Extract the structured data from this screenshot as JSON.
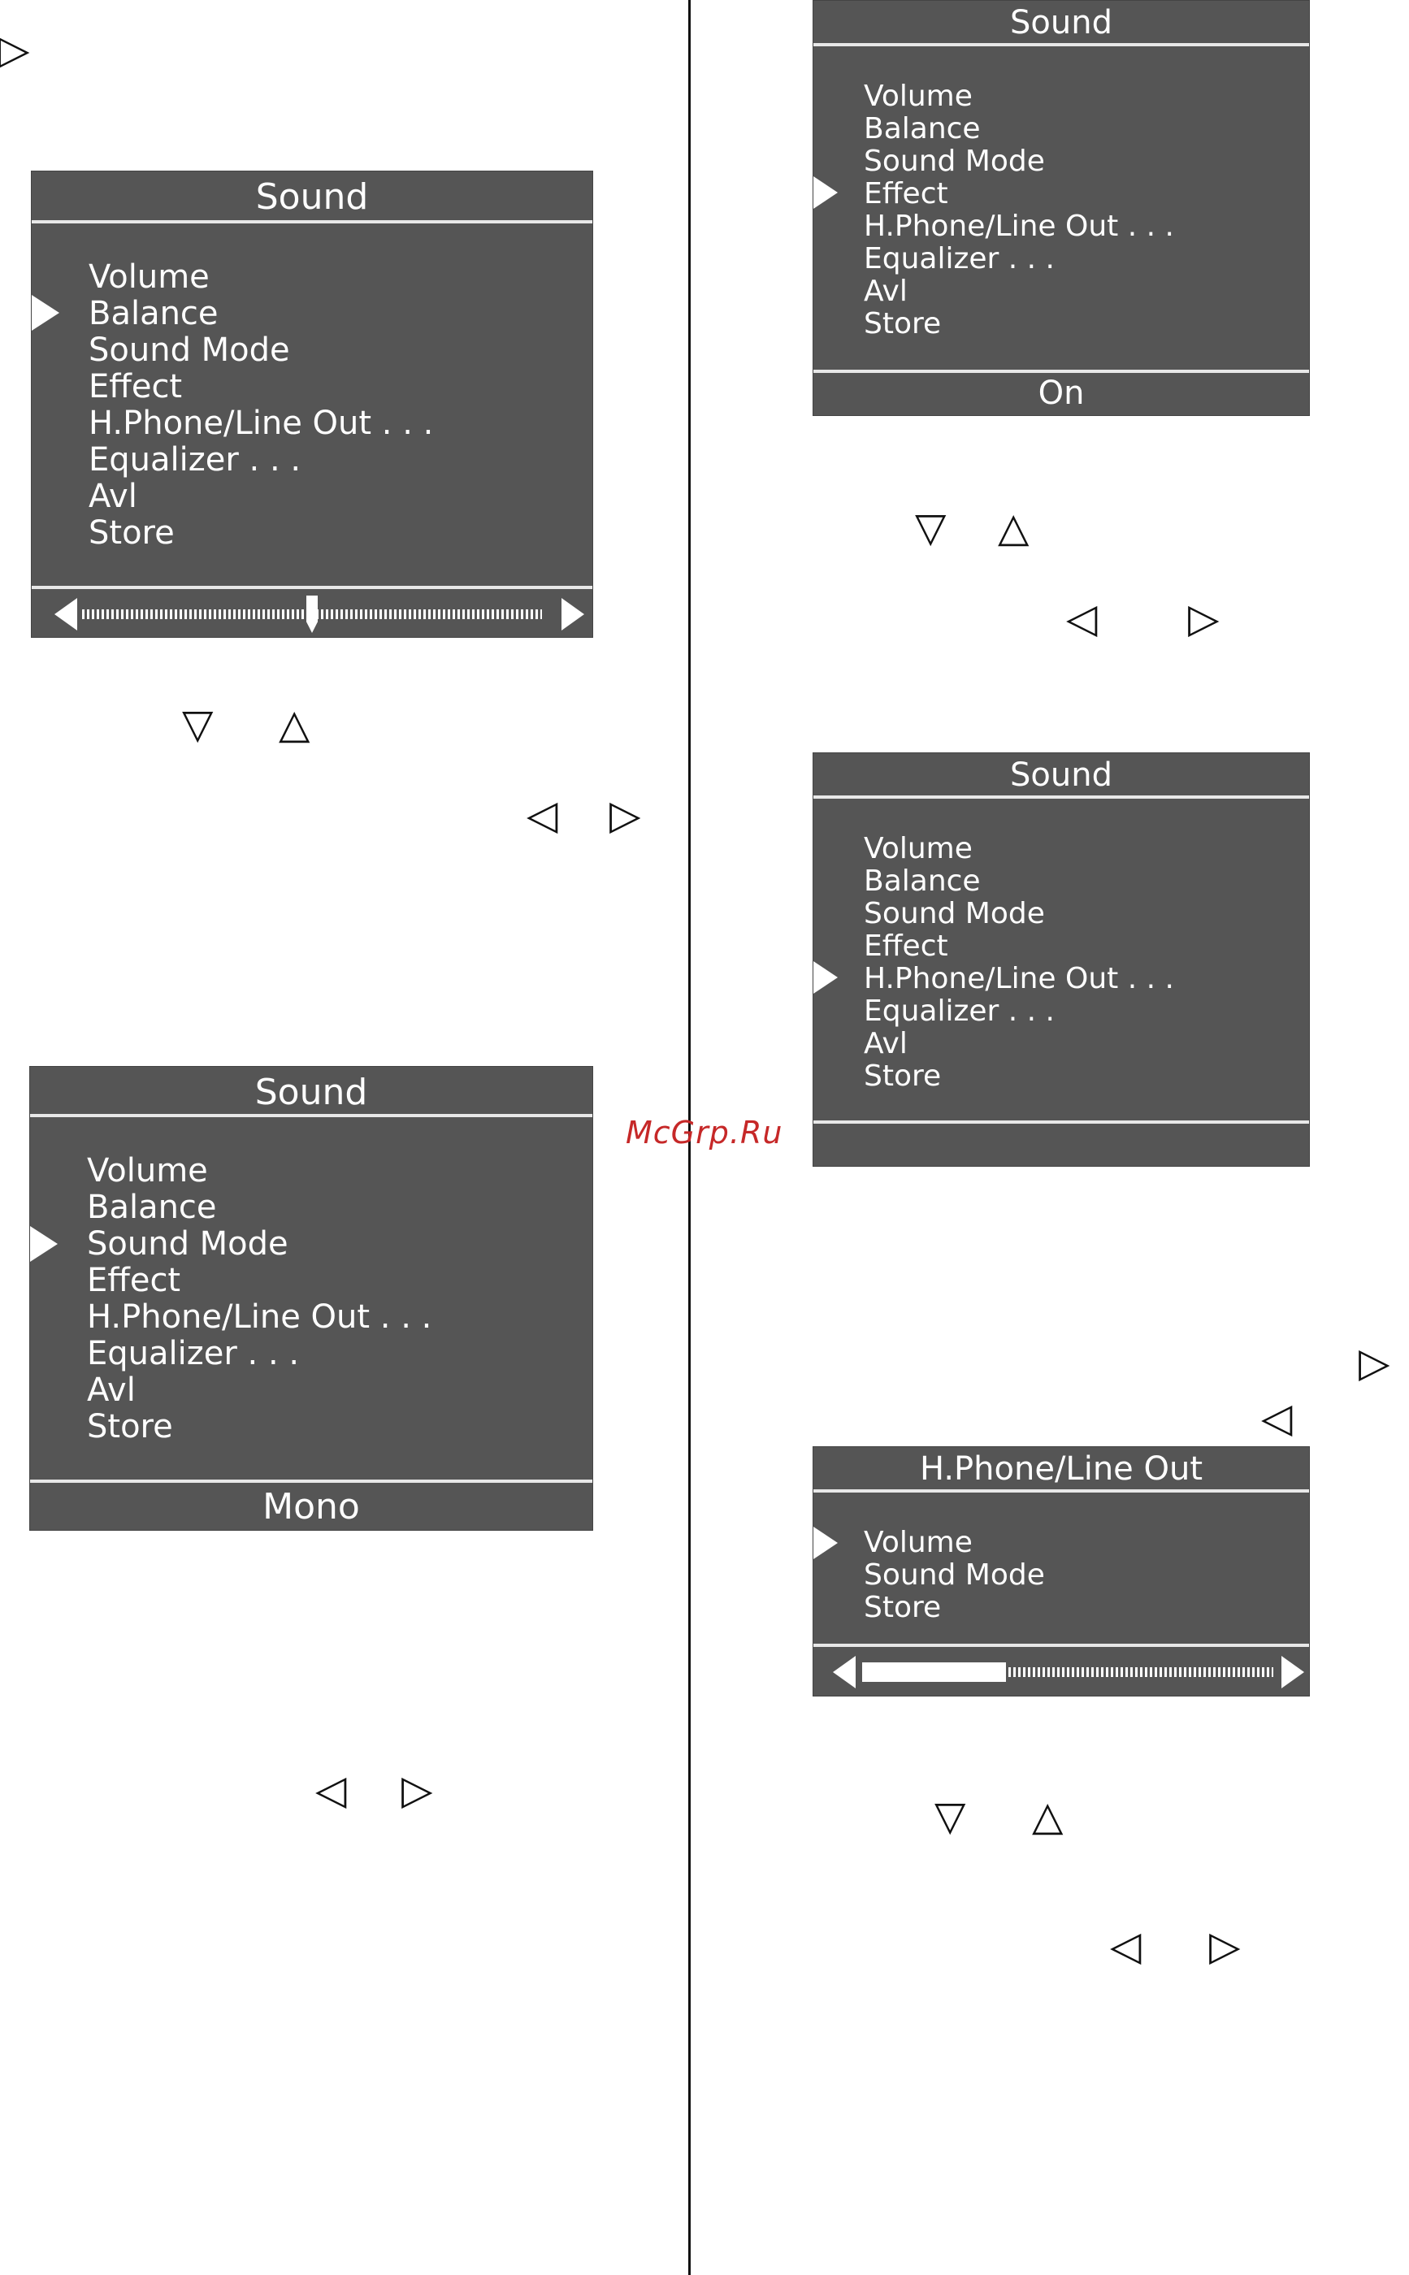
{
  "watermark": "McGrp.Ru",
  "menu_items": [
    "Volume",
    "Balance",
    "Sound Mode",
    "Effect",
    "H.Phone/Line Out . . .",
    "Equalizer . . .",
    "Avl",
    "Store"
  ],
  "panel_balance": {
    "title": "Sound",
    "selected": "Balance",
    "slider_value_fraction": 0.5
  },
  "panel_sound_mode": {
    "title": "Sound",
    "selected": "Sound Mode",
    "footer": "Mono"
  },
  "panel_effect": {
    "title": "Sound",
    "selected": "Effect",
    "footer": "On"
  },
  "panel_hphone": {
    "title": "Sound",
    "selected": "H.Phone/Line Out . . .",
    "footer": ""
  },
  "panel_hphone_sub": {
    "title": "H.Phone/Line Out",
    "items": [
      "Volume",
      "Sound Mode",
      "Store"
    ],
    "selected": "Volume",
    "slider_value_fraction": 0.35
  },
  "keys": {
    "right": "▷",
    "left": "◁",
    "down": "▽",
    "up": "△"
  }
}
